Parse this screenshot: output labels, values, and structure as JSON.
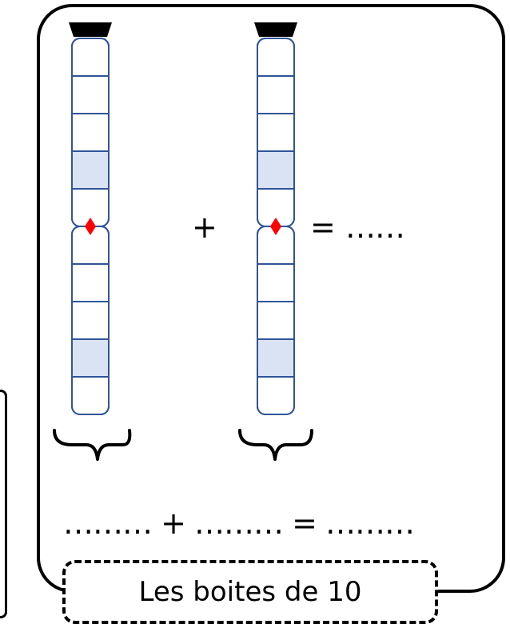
{
  "colors": {
    "frame": "#000000",
    "cell_border": "#2f5597",
    "cell_fill": "#ffffff",
    "cell_highlight": "#dae3f3",
    "marker": "#ff0000",
    "cap": "#000000"
  },
  "diagram": {
    "tubes": [
      {
        "id": "left",
        "cells": 10,
        "highlighted_cells": [
          3,
          8
        ]
      },
      {
        "id": "right",
        "cells": 10,
        "highlighted_cells": [
          3,
          8
        ]
      }
    ],
    "marker_symbol": "diamond"
  },
  "equation_top": {
    "plus": "+",
    "equals": "=",
    "blank": "……"
  },
  "equation_bottom": {
    "text": "……… + ……… = ………"
  },
  "title_label": "Les boites de 10"
}
